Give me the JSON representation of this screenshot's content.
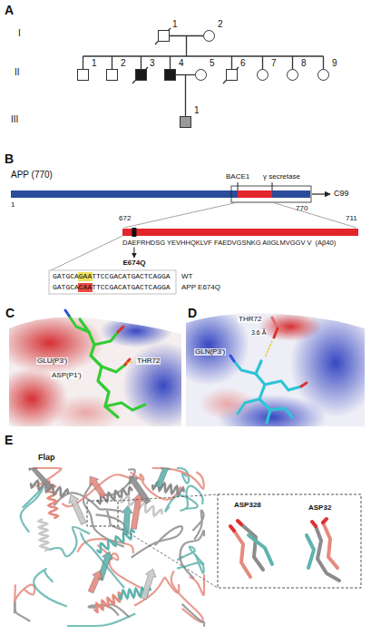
{
  "diagram": {
    "nodes": [
      {
        "text": [
          "1"
        ]
      },
      {
        "text": [
          "2"
        ]
      },
      {
        "text": [
          "1"
        ]
      },
      {
        "text": [
          "2"
        ]
      },
      {
        "text": [
          "3"
        ]
      },
      {
        "text": [
          "4"
        ]
      },
      {
        "text": [
          "5"
        ]
      },
      {
        "text": [
          "6"
        ]
      },
      {
        "text": [
          "7"
        ]
      },
      {
        "text": [
          "8"
        ]
      },
      {
        "text": [
          "9"
        ]
      },
      {
        "text": [
          "1"
        ]
      }
    ],
    "edges": [
      {
        "from": 0,
        "to": 1,
        "arrow": "none"
      },
      {
        "from": 5,
        "to": 6,
        "arrow": "none"
      }
    ],
    "labels": [
      "A",
      "I",
      "II",
      "III",
      "B",
      "APP (770)",
      "BACE1",
      "γ secretase",
      "C99",
      "1",
      "770",
      "672",
      "711",
      "DAEFRHDSG YEVHHQKLVF FAEDVGSNKG AIIGLMVGGV V",
      "(Aβ40)",
      "E674Q",
      "GATGCAGAATTCCGACATGACTCAGGA",
      "WT",
      "GATGCACAATTCCGACATGACTCAGGA",
      "APP E674Q",
      "C",
      "GLU(P3')",
      "ASP(P1')",
      "THR72",
      "D",
      "THR72",
      "GLN(P3')",
      "3.6 Å",
      "E",
      "Flap",
      "ASP328",
      "ASP32"
    ]
  }
}
